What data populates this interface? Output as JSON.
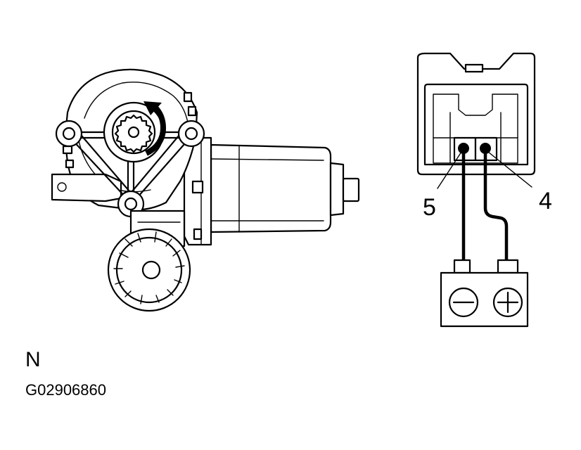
{
  "diagram": {
    "terminal_labels": {
      "left": "5",
      "right": "4"
    },
    "battery_symbols": {
      "negative": "−",
      "positive": "+"
    },
    "view_letter": "N",
    "figure_code": "G02906860"
  }
}
